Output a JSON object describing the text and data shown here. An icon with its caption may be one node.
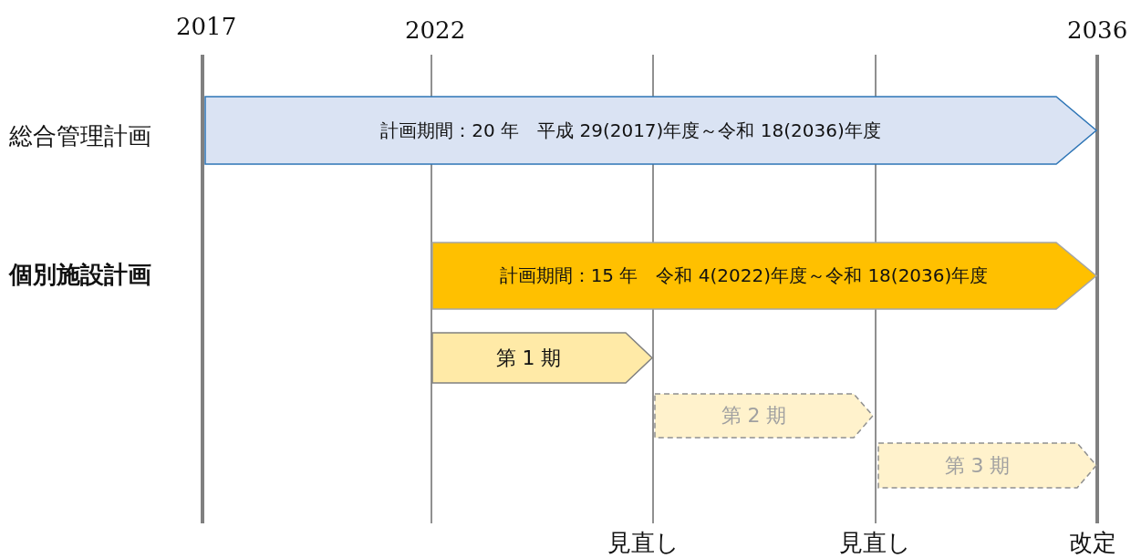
{
  "diagram": {
    "nodes": [
      {
        "text": [
          "計画期間：20 年　平成 29(2017)年度～令和 18(2036)年度"
        ]
      },
      {
        "text": [
          "計画期間：15 年　令和 4(2022)年度～令和 18(2036)年度"
        ]
      },
      {
        "text": [
          "第 1 期"
        ]
      },
      {
        "text": [
          "第 2 期"
        ]
      },
      {
        "text": [
          "第 3 期"
        ]
      }
    ],
    "labels": [
      "2017",
      "2022",
      "2036",
      "総合管理計画",
      "個別施設計画",
      "見直し",
      "見直し",
      "改定"
    ]
  }
}
